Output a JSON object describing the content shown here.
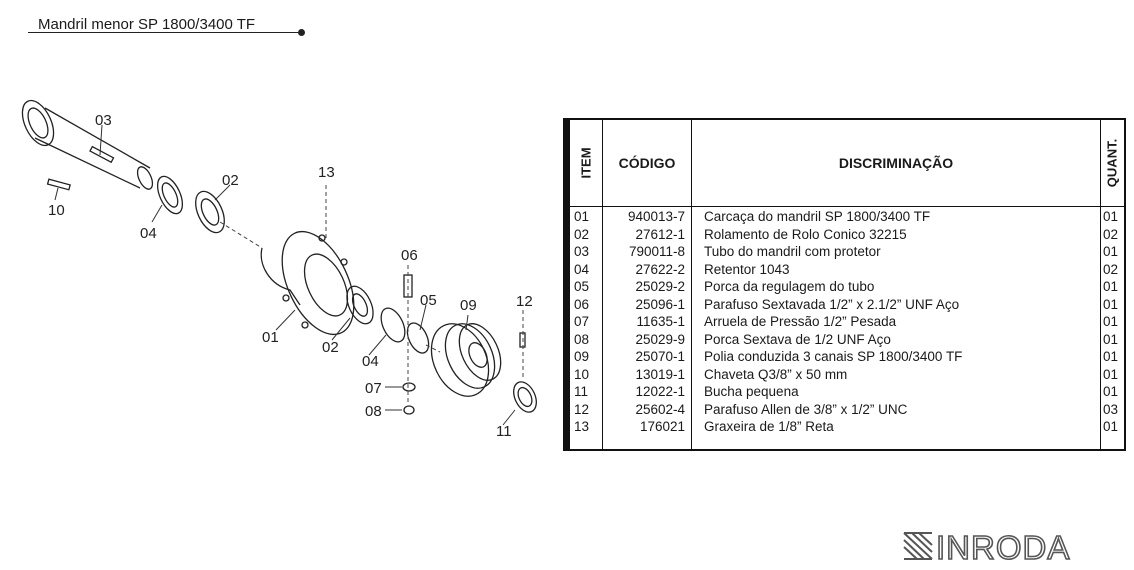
{
  "title": "Mandril menor SP 1800/3400 TF",
  "diagram": {
    "callouts": [
      "03",
      "10",
      "02",
      "04",
      "13",
      "06",
      "05",
      "09",
      "12",
      "01",
      "02",
      "04",
      "07",
      "08",
      "11"
    ]
  },
  "table": {
    "headers": {
      "item": "ITEM",
      "code": "CÓDIGO",
      "description": "DISCRIMINAÇÃO",
      "qty": "QUANT."
    },
    "rows": [
      {
        "item": "01",
        "code": "940013-7",
        "description": "Carcaça do mandril SP 1800/3400 TF",
        "qty": "01"
      },
      {
        "item": "02",
        "code": "27612-1",
        "description": "Rolamento de Rolo Conico 32215",
        "qty": "02"
      },
      {
        "item": "03",
        "code": "790011-8",
        "description": "Tubo do mandril com protetor",
        "qty": "01"
      },
      {
        "item": "04",
        "code": "27622-2",
        "description": "Retentor 1043",
        "qty": "02"
      },
      {
        "item": "05",
        "code": "25029-2",
        "description": "Porca da regulagem do tubo",
        "qty": "01"
      },
      {
        "item": "06",
        "code": "25096-1",
        "description": "Parafuso Sextavada 1/2” x 2.1/2” UNF Aço",
        "qty": "01"
      },
      {
        "item": "07",
        "code": "11635-1",
        "description": "Arruela de Pressão 1/2” Pesada",
        "qty": "01"
      },
      {
        "item": "08",
        "code": "25029-9",
        "description": "Porca Sextava de 1/2 UNF Aço",
        "qty": "01"
      },
      {
        "item": "09",
        "code": "25070-1",
        "description": "Polia conduzida 3 canais SP 1800/3400 TF",
        "qty": "01"
      },
      {
        "item": "10",
        "code": "13019-1",
        "description": "Chaveta Q3/8” x 50 mm",
        "qty": "01"
      },
      {
        "item": "11",
        "code": "12022-1",
        "description": "Bucha pequena",
        "qty": "01"
      },
      {
        "item": "12",
        "code": "25602-4",
        "description": "Parafuso Allen de 3/8” x 1/2” UNC",
        "qty": "03"
      },
      {
        "item": "13",
        "code": "176021",
        "description": "Graxeira de 1/8” Reta",
        "qty": "01"
      }
    ]
  },
  "brand": "INRODA"
}
